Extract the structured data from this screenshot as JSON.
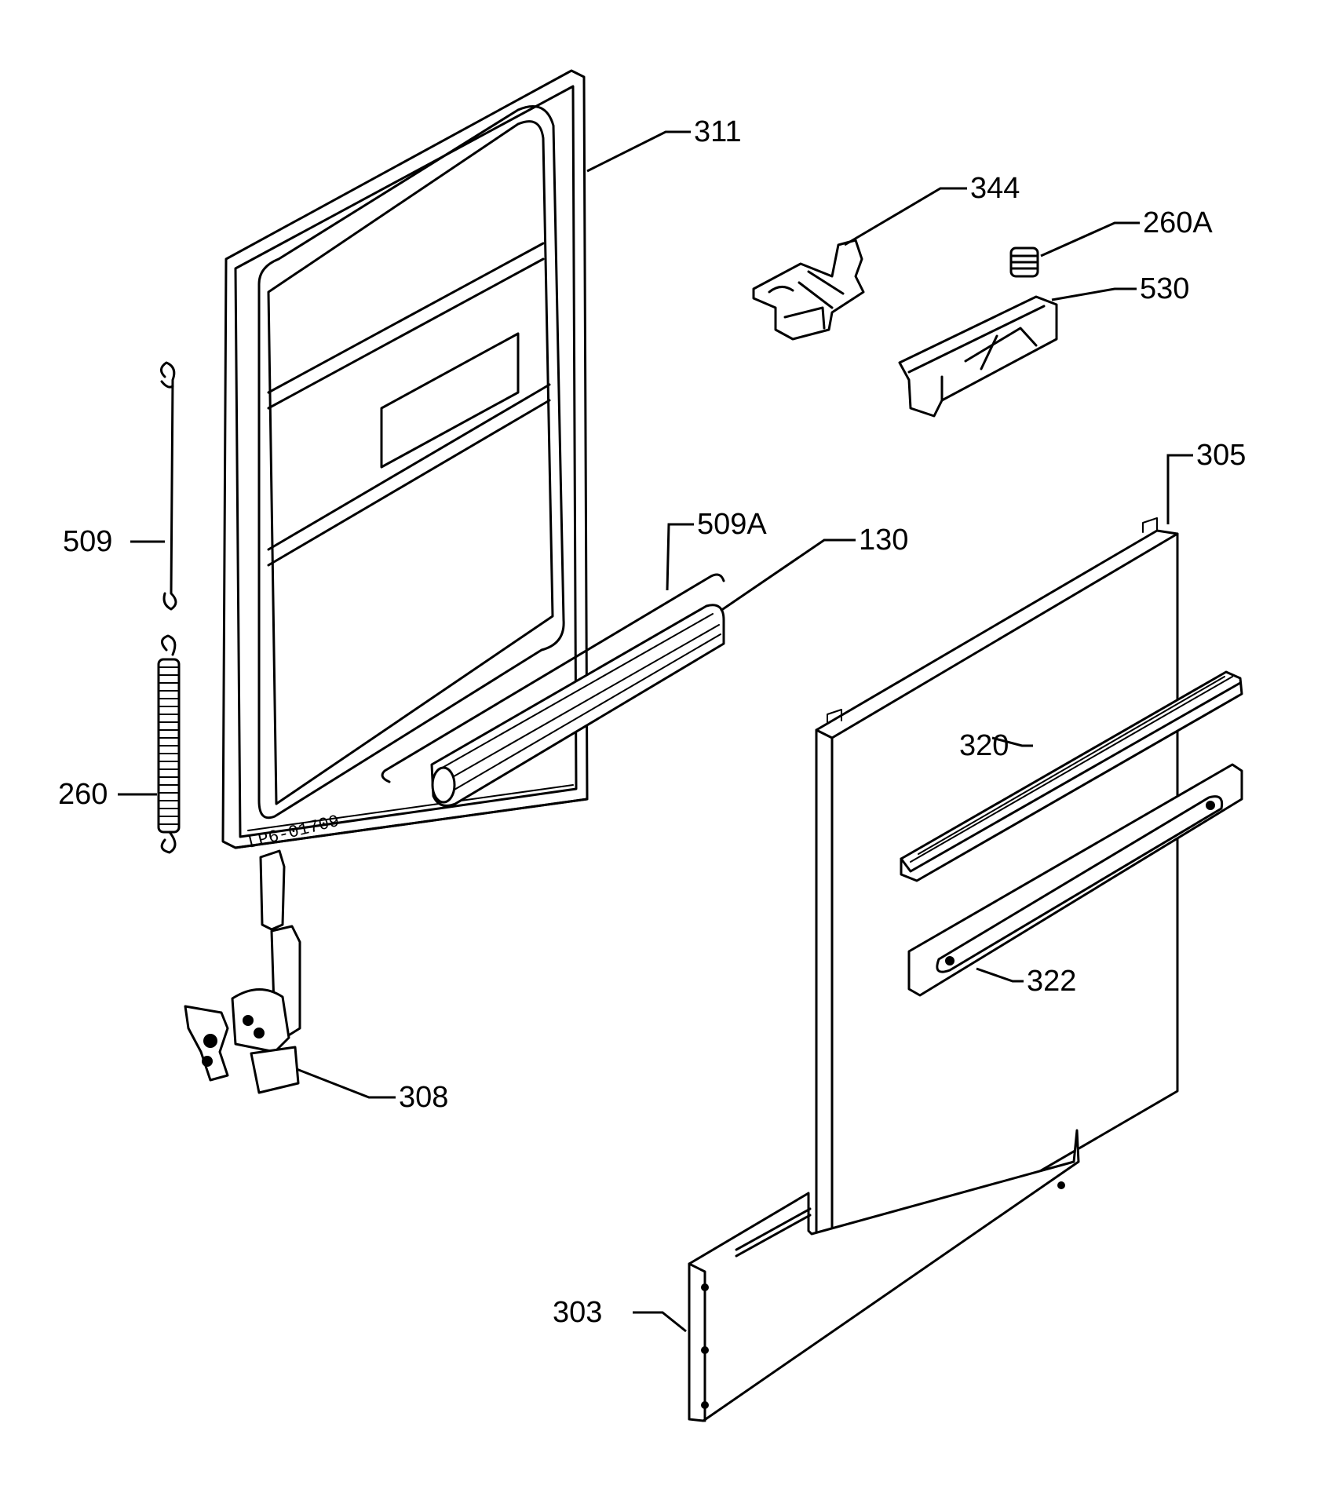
{
  "part_labels": {
    "p311": "311",
    "p344": "344",
    "p260A": "260A",
    "p530": "530",
    "p305": "305",
    "p509A": "509A",
    "p130": "130",
    "p509": "509",
    "p320": "320",
    "p260": "260",
    "p322": "322",
    "p308": "308",
    "p303": "303"
  },
  "stamp_text": "LP6-01709",
  "colors": {
    "line": "#000000",
    "background": "#ffffff"
  }
}
